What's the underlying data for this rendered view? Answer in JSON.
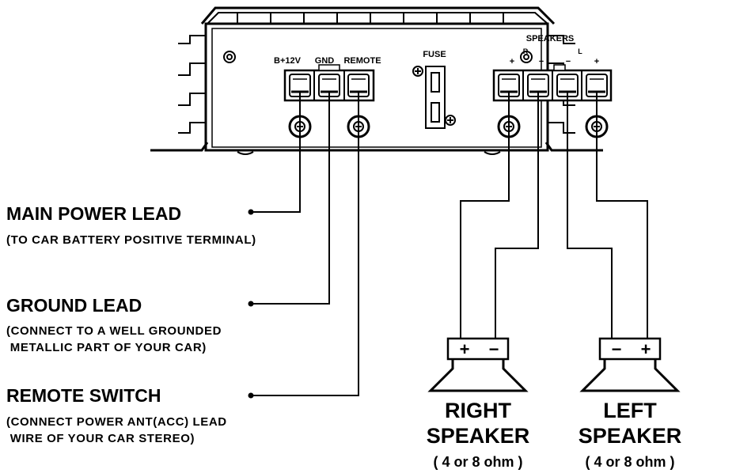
{
  "amp": {
    "terminal_labels": {
      "b12v": "B+12V",
      "gnd": "GND",
      "remote": "REMOTE",
      "fuse": "FUSE",
      "speakers": "SPEAKERS",
      "r": "R",
      "l": "L",
      "r_plus": "+",
      "r_minus": "−",
      "l_minus": "−",
      "l_plus": "+"
    }
  },
  "leads": [
    {
      "title": "MAIN POWER LEAD",
      "desc_lines": [
        "(TO CAR BATTERY POSITIVE TERMINAL)"
      ]
    },
    {
      "title": "GROUND LEAD",
      "desc_lines": [
        "(CONNECT TO A WELL GROUNDED",
        " METALLIC PART OF YOUR CAR)"
      ]
    },
    {
      "title": "REMOTE SWITCH",
      "desc_lines": [
        "(CONNECT POWER ANT(ACC) LEAD",
        " WIRE OF YOUR CAR STEREO)"
      ]
    }
  ],
  "speakers": [
    {
      "line1": "RIGHT",
      "line2": "SPEAKER",
      "impedance": "( 4 or 8 ohm )",
      "polarity_left": "+",
      "polarity_right": "−"
    },
    {
      "line1": "LEFT",
      "line2": "SPEAKER",
      "impedance": "( 4 or 8 ohm )",
      "polarity_left": "−",
      "polarity_right": "+"
    }
  ]
}
